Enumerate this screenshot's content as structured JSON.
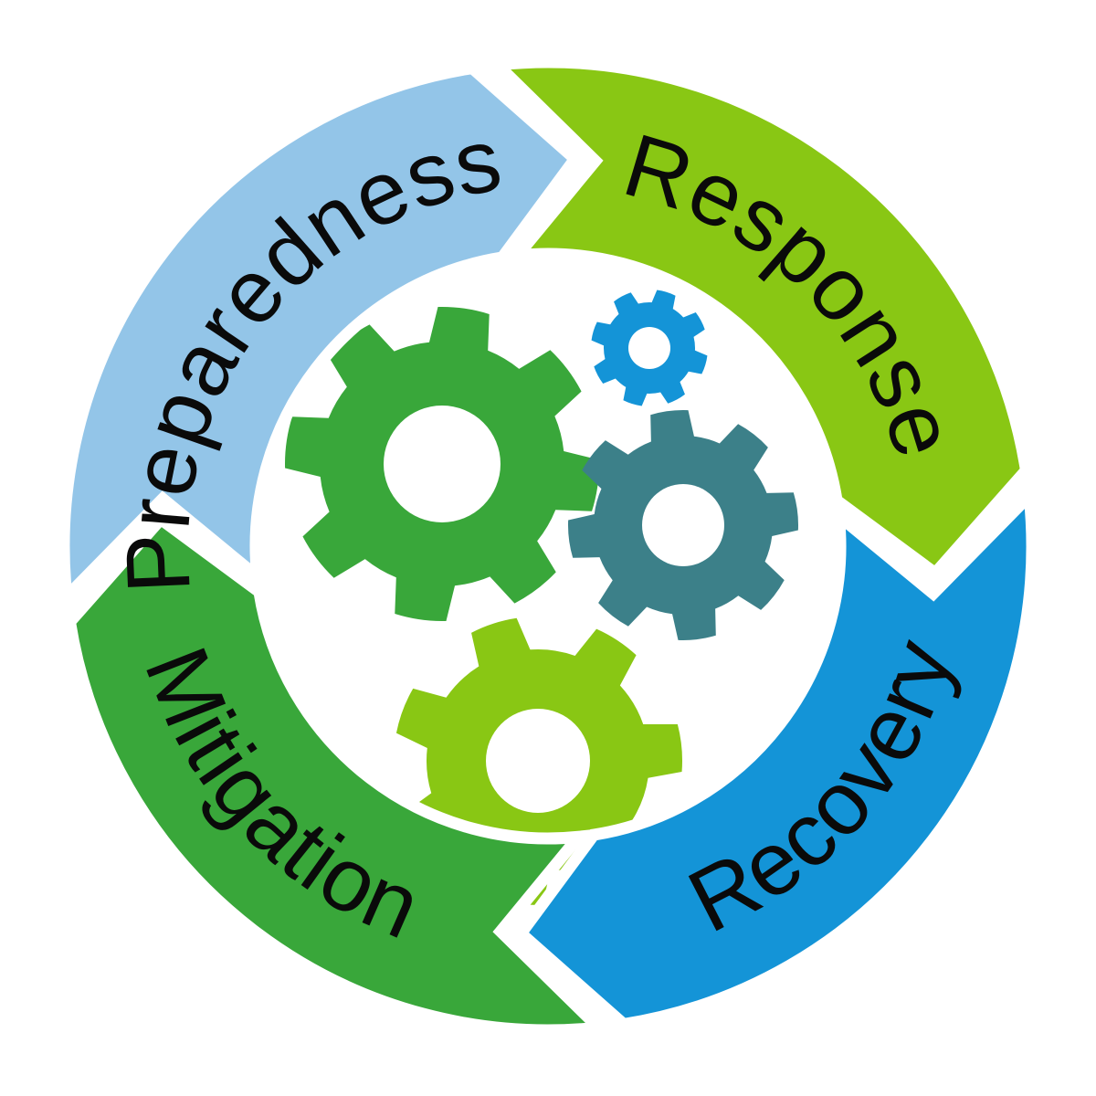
{
  "diagram": {
    "name": "disaster-management-cycle",
    "background_color": "#ffffff",
    "label_text_color": "#0a0a0a",
    "divider_color": "#ffffff",
    "segments": [
      {
        "id": "preparedness",
        "label": "Preparedness",
        "color": "#93c5e8",
        "position": "top-left"
      },
      {
        "id": "response",
        "label": "Response",
        "color": "#89c714",
        "position": "top-right"
      },
      {
        "id": "recovery",
        "label": "Recovery",
        "color": "#1494d7",
        "position": "bottom-right"
      },
      {
        "id": "mitigation",
        "label": "Mitigation",
        "color": "#39a73a",
        "position": "bottom-left"
      }
    ],
    "flow": "clockwise",
    "gears": [
      {
        "id": "large-green-gear",
        "color": "#39a73a"
      },
      {
        "id": "small-blue-gear",
        "color": "#1494d7"
      },
      {
        "id": "teal-gear",
        "color": "#3c8089"
      },
      {
        "id": "lime-green-gear",
        "color": "#89c714"
      }
    ]
  }
}
